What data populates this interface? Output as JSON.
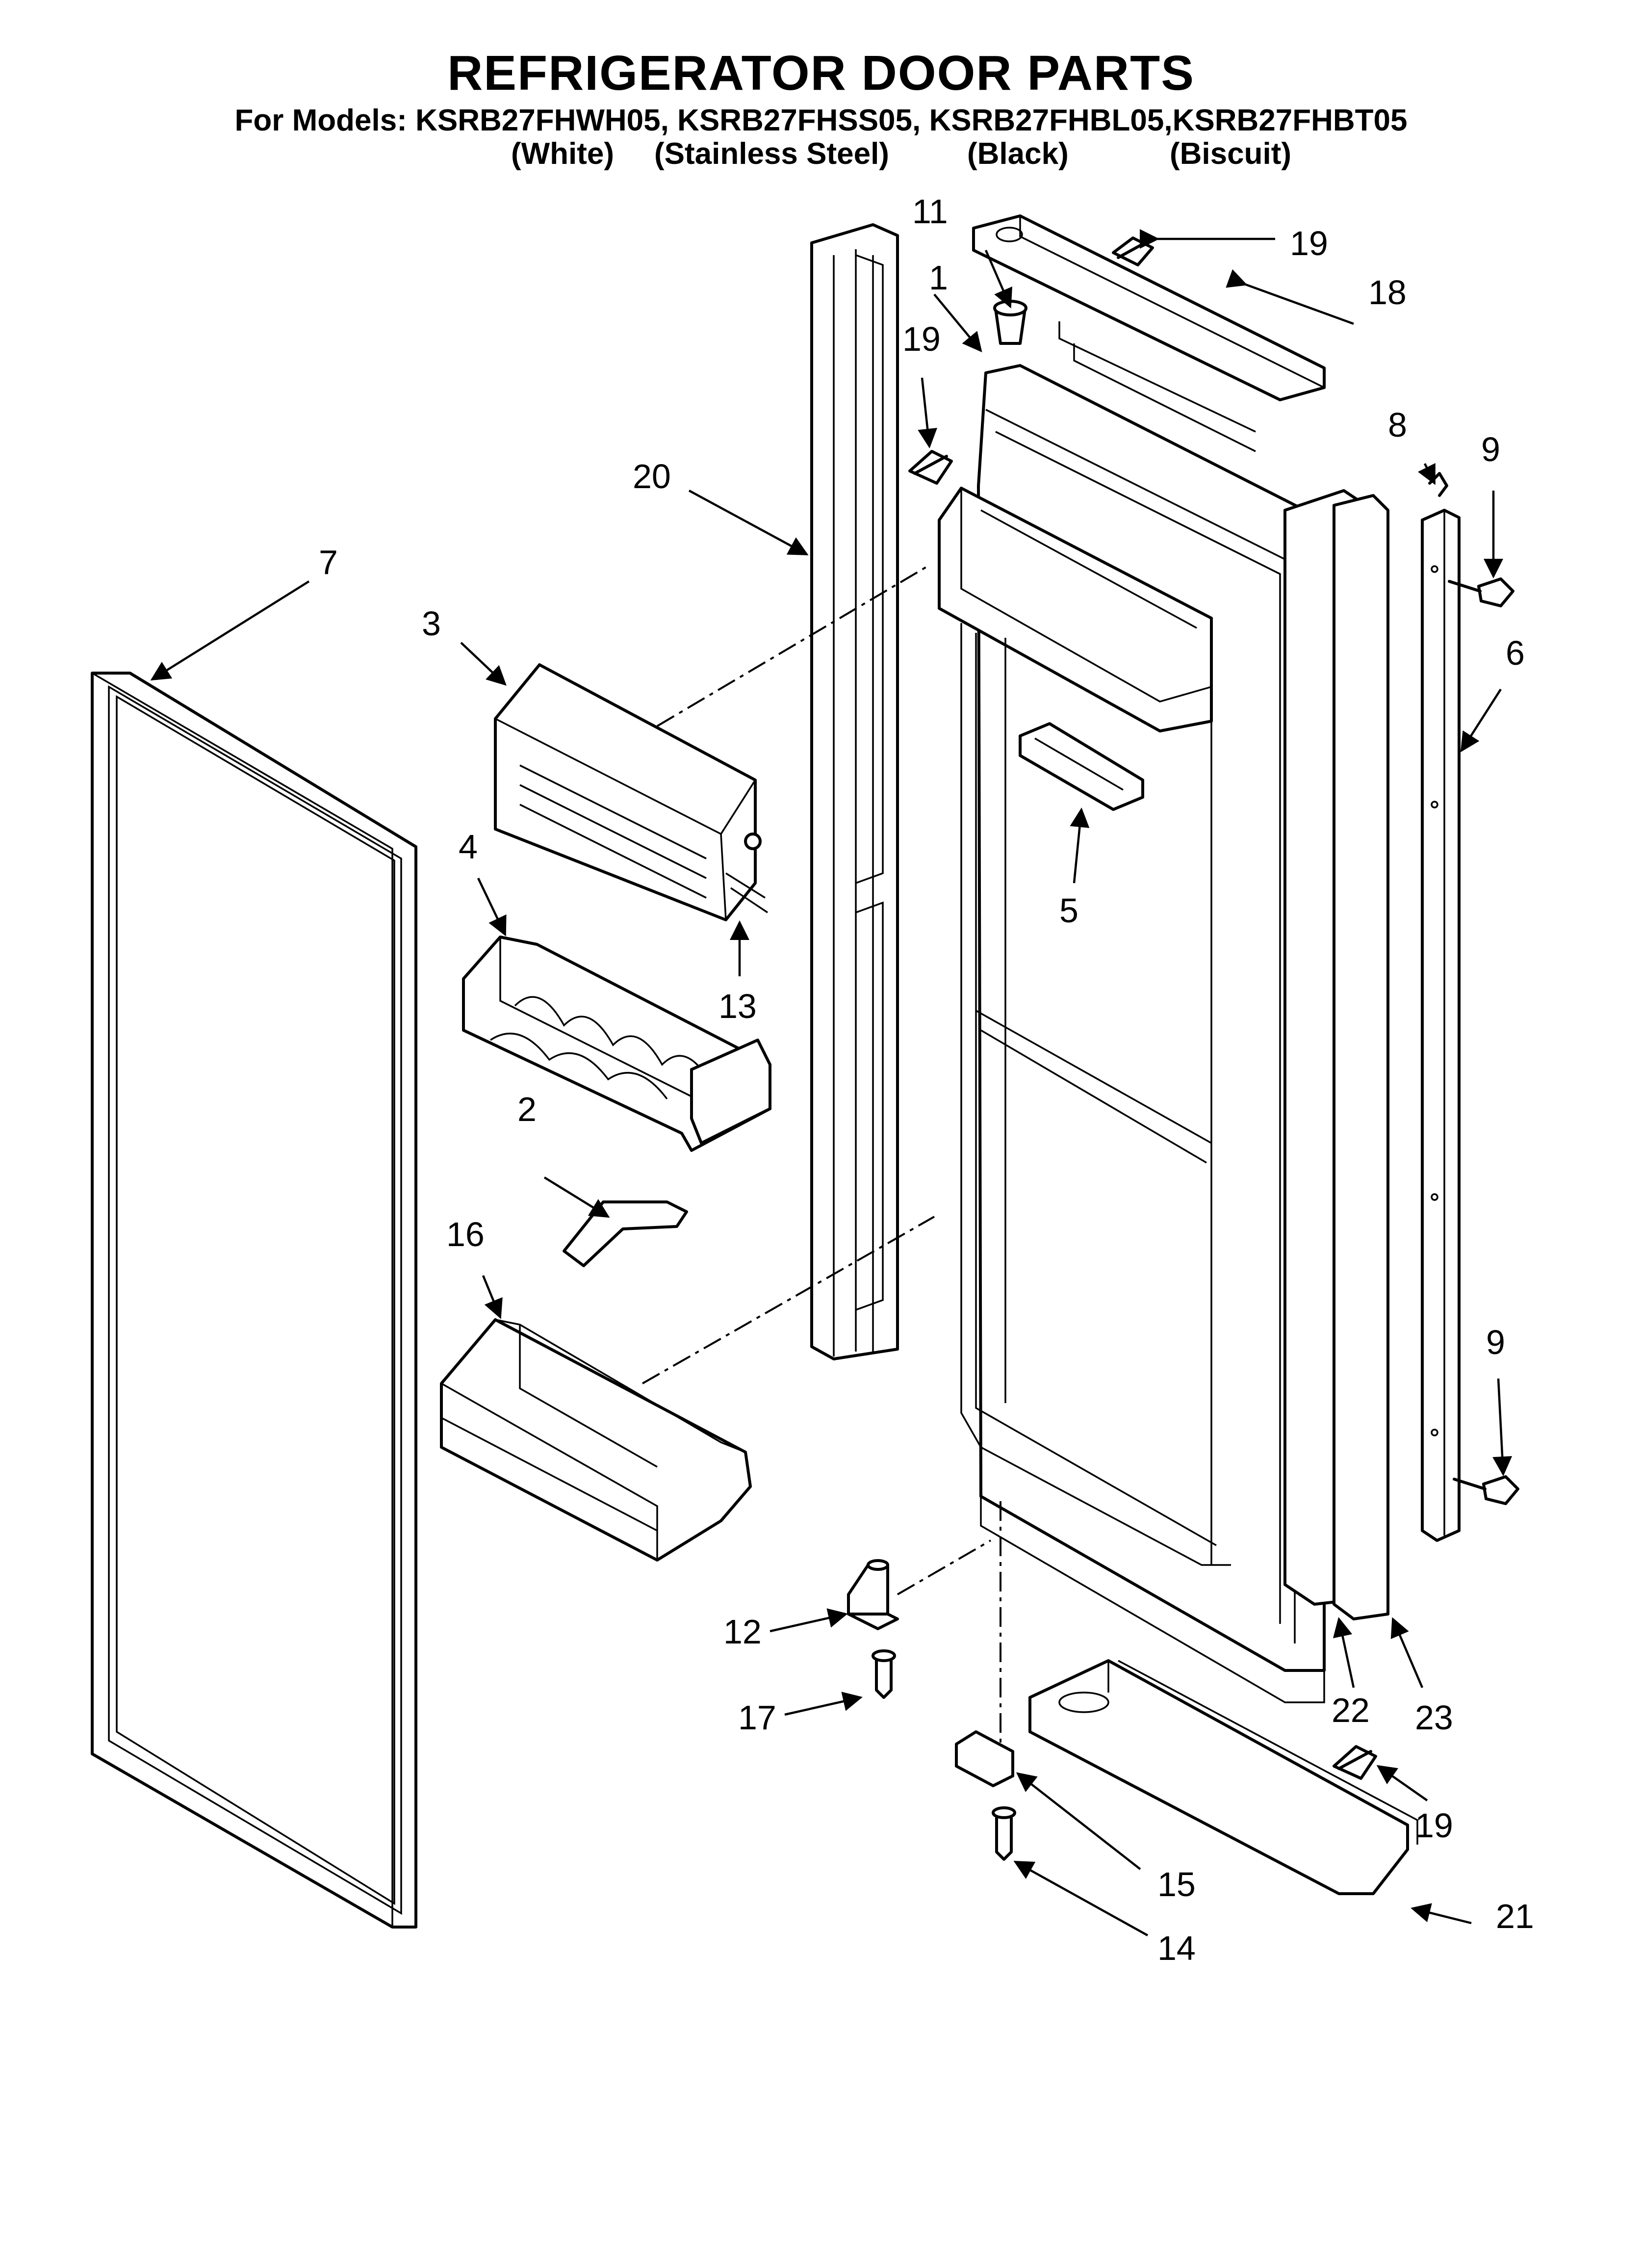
{
  "header": {
    "title": "REFRIGERATOR DOOR PARTS",
    "models_line": "For Models: KSRB27FHWH05, KSRB27FHSS05, KSRB27FHBL05,KSRB27FHBT05",
    "variants": [
      "(White)",
      "(Stainless Steel)",
      "(Black)",
      "(Biscuit)"
    ]
  },
  "callouts": [
    {
      "id": "c1",
      "text": "1"
    },
    {
      "id": "c2",
      "text": "2"
    },
    {
      "id": "c3",
      "text": "3"
    },
    {
      "id": "c4",
      "text": "4"
    },
    {
      "id": "c5",
      "text": "5"
    },
    {
      "id": "c6",
      "text": "6"
    },
    {
      "id": "c7",
      "text": "7"
    },
    {
      "id": "c8",
      "text": "8"
    },
    {
      "id": "c9a",
      "text": "9"
    },
    {
      "id": "c9b",
      "text": "9"
    },
    {
      "id": "c11",
      "text": "11"
    },
    {
      "id": "c12",
      "text": "12"
    },
    {
      "id": "c13",
      "text": "13"
    },
    {
      "id": "c14",
      "text": "14"
    },
    {
      "id": "c15",
      "text": "15"
    },
    {
      "id": "c16",
      "text": "16"
    },
    {
      "id": "c17",
      "text": "17"
    },
    {
      "id": "c18",
      "text": "18"
    },
    {
      "id": "c19a",
      "text": "19"
    },
    {
      "id": "c19b",
      "text": "19"
    },
    {
      "id": "c19c",
      "text": "19"
    },
    {
      "id": "c20",
      "text": "20"
    },
    {
      "id": "c21",
      "text": "21"
    },
    {
      "id": "c22",
      "text": "22"
    },
    {
      "id": "c23",
      "text": "23"
    }
  ]
}
